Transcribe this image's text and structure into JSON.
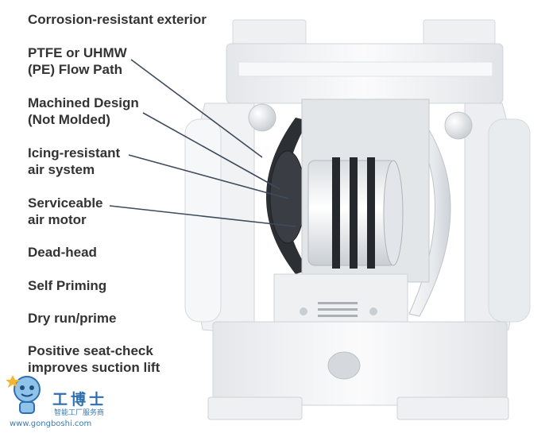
{
  "features": [
    {
      "lines": [
        "Corrosion-resistant exterior"
      ]
    },
    {
      "lines": [
        "PTFE or UHMW",
        "(PE) Flow Path"
      ]
    },
    {
      "lines": [
        "Machined Design",
        "(Not Molded)"
      ]
    },
    {
      "lines": [
        "Icing-resistant",
        "air system"
      ]
    },
    {
      "lines": [
        "Serviceable",
        "air motor"
      ]
    },
    {
      "lines": [
        "Dead-head"
      ]
    },
    {
      "lines": [
        "Self Priming"
      ]
    },
    {
      "lines": [
        "Dry run/prime"
      ]
    },
    {
      "lines": [
        "Positive seat-check",
        "improves suction lift"
      ]
    }
  ],
  "watermark": {
    "brand_cn": "工博士",
    "subtitle_cn": "智能工厂服务商",
    "url": "www.gongboshi.com"
  },
  "colors": {
    "text": "#333333",
    "leader": "#3f4a5c",
    "pump_body": "#f2f3f4",
    "pump_edge": "#cfd3d7",
    "diaphragm_dark": "#2c2f33",
    "watermark": "#2f6fae"
  }
}
